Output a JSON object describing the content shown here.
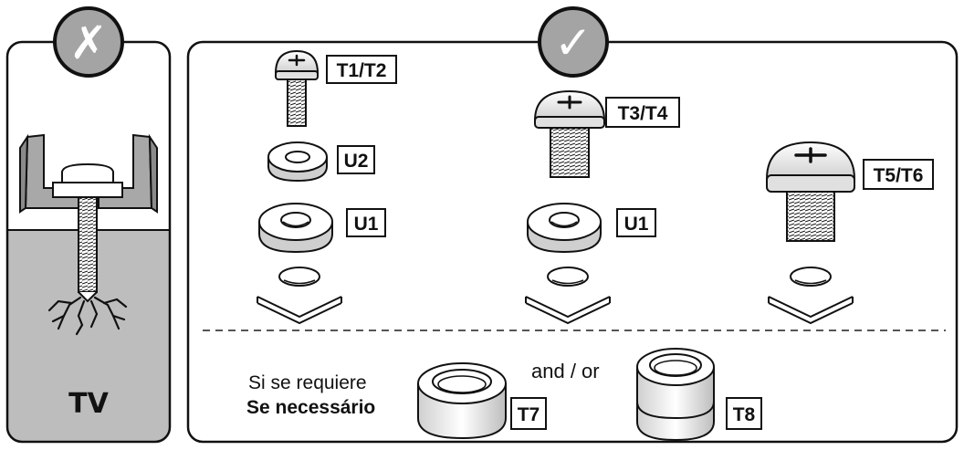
{
  "wrong_panel": {
    "symbol": "✗",
    "label": "TV"
  },
  "right_panel": {
    "symbol": "✓",
    "parts": {
      "t1t2": "T1/T2",
      "u2": "U2",
      "u1_a": "U1",
      "t3t4": "T3/T4",
      "u1_b": "U1",
      "t5t6": "T5/T6",
      "t7": "T7",
      "t8": "T8"
    },
    "note_line1": "Si se requiere",
    "note_line2": "Se necessário",
    "and_or": "and / or"
  },
  "colors": {
    "badge_fill": "#a4a4a4",
    "wall_fill": "#bdbdbd",
    "stroke": "#111111"
  }
}
